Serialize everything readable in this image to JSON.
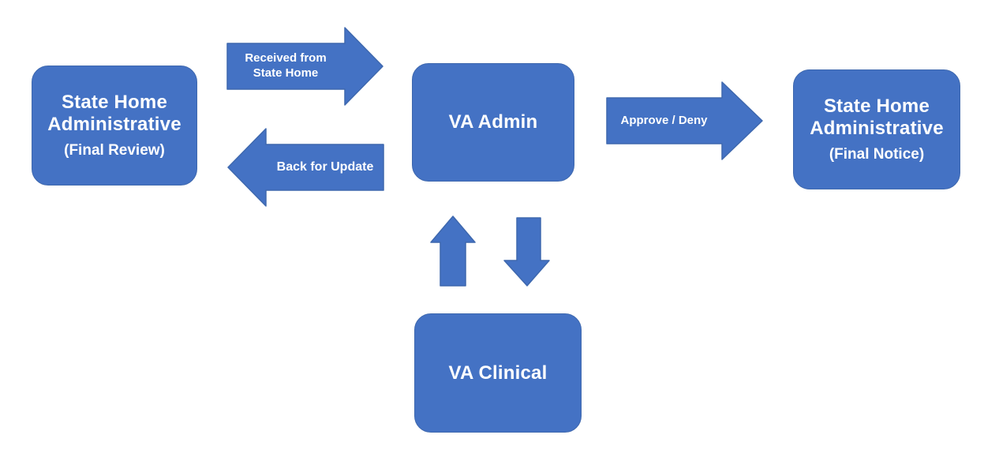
{
  "diagram": {
    "background": "#FFFFFF",
    "colors": {
      "shape_fill": "#4472C4",
      "shape_outline": "#3E68AE",
      "text": "#FFFFFF"
    },
    "nodes": {
      "state_home_review": {
        "title_line1": "State Home",
        "title_line2": "Administrative",
        "subtitle": "(Final Review)"
      },
      "va_admin": {
        "title": "VA Admin"
      },
      "state_home_notice": {
        "title_line1": "State Home",
        "title_line2": "Administrative",
        "subtitle": "(Final Notice)"
      },
      "va_clinical": {
        "title": "VA Clinical"
      }
    },
    "arrows": {
      "received_from_state_home": {
        "label_line1": "Received from",
        "label_line2": "State Home",
        "direction": "right",
        "from": "State Home Administrative (Final Review)",
        "to": "VA Admin"
      },
      "back_for_update": {
        "label": "Back for Update",
        "direction": "left",
        "from": "VA Admin",
        "to": "State Home Administrative (Final Review)"
      },
      "approve_deny": {
        "label": "Approve / Deny",
        "direction": "right",
        "from": "VA Admin",
        "to": "State Home Administrative (Final Notice)"
      },
      "clinical_to_admin": {
        "label": "",
        "direction": "up",
        "from": "VA Clinical",
        "to": "VA Admin"
      },
      "admin_to_clinical": {
        "label": "",
        "direction": "down",
        "from": "VA Admin",
        "to": "VA Clinical"
      }
    }
  }
}
